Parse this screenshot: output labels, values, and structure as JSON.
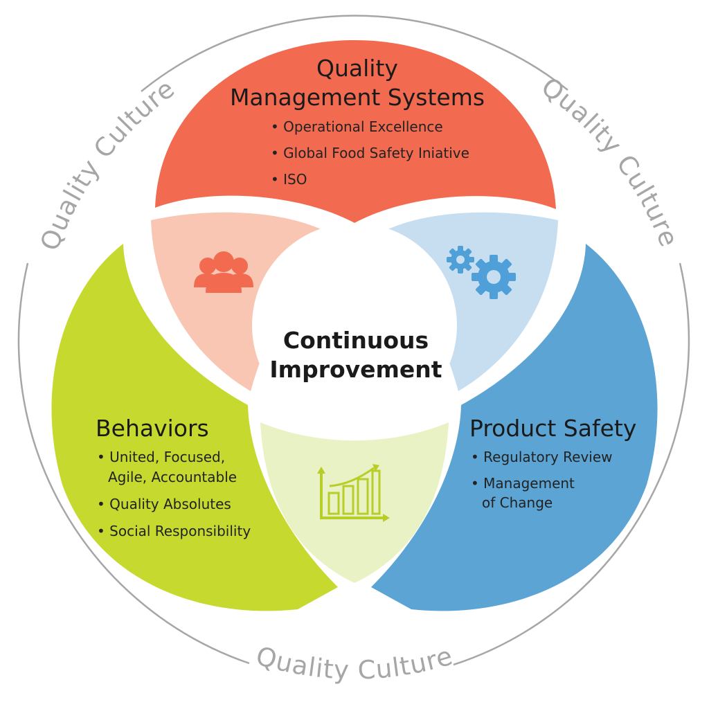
{
  "ring": {
    "labels": [
      "Quality Culture",
      "Quality Culture",
      "Quality Culture"
    ],
    "color": "#a6a6a6"
  },
  "center": {
    "line1": "Continuous",
    "line2": "Improvement"
  },
  "top": {
    "title_line1": "Quality",
    "title_line2": "Management Systems",
    "bullets": [
      "• Operational Excellence",
      "• Global Food Safety Iniative",
      "• ISO"
    ],
    "color": "#f26b50"
  },
  "left": {
    "title": "Behaviors",
    "bullets": [
      "• United, Focused,",
      "Agile, Accountable",
      "• Quality Absolutes",
      "• Social Responsibility"
    ],
    "color": "#c6d92e"
  },
  "right": {
    "title": "Product Safety",
    "bullets": [
      "• Regulatory Review",
      "• Management",
      "of Change"
    ],
    "color": "#5ba4d4"
  },
  "overlaps": {
    "people_color": "#f8c6b3",
    "gears_color": "#c7ddf0",
    "chart_color": "#e9f2c4"
  },
  "icons": {
    "people": "people-group-icon",
    "gears": "gears-icon",
    "chart": "growth-bar-chart-icon"
  }
}
